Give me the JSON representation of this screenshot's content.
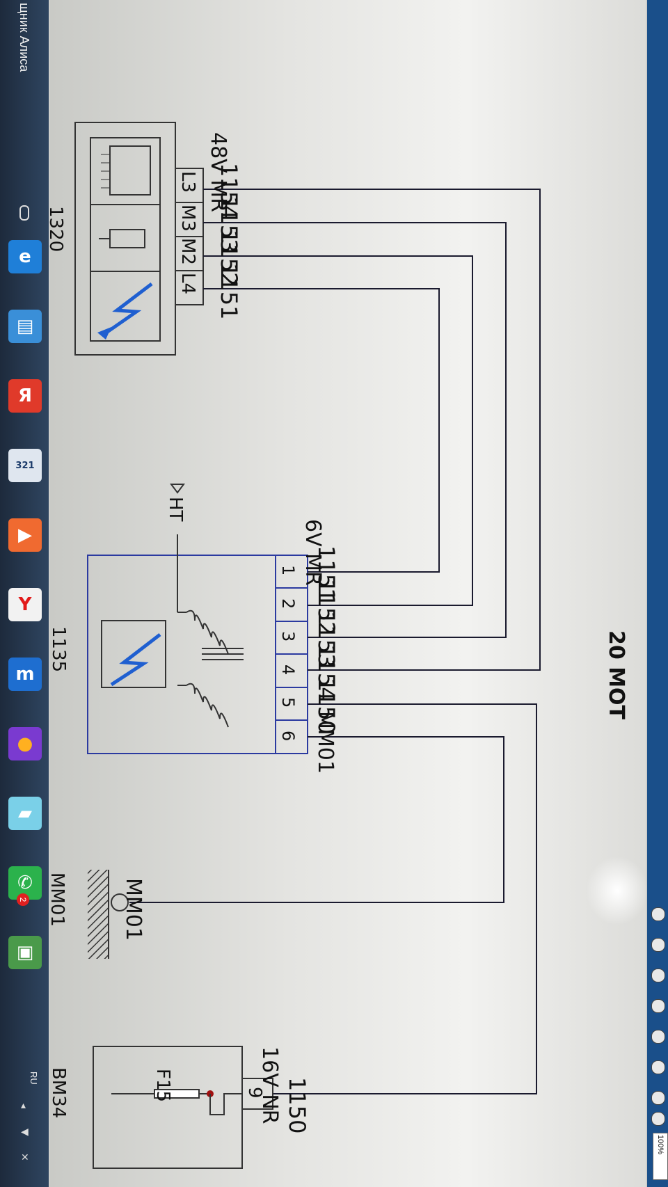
{
  "taskbar": {
    "assistant_label": "щник Алиса",
    "language": "RU",
    "icons": [
      "ie-icon",
      "files-icon",
      "yandex-icon",
      "calendar-icon",
      "media-icon",
      "yandex-browser-icon",
      "app-m-icon",
      "firefox-icon",
      "folder-icon",
      "whatsapp-icon",
      "monitor-icon"
    ],
    "yandex_letter": "Я",
    "calendar_text": "321",
    "notification_count": "2"
  },
  "viewer": {
    "zoom": "100%"
  },
  "diagram": {
    "title": "20 MOT",
    "comp_1320": {
      "ref": "1320",
      "connector": "48V MR",
      "pins": [
        "L3",
        "M3",
        "M2",
        "L4"
      ],
      "wires": [
        "1154",
        "1153",
        "1152",
        "1151"
      ]
    },
    "comp_1135": {
      "ref": "1135",
      "connector": "6V MR",
      "pins": [
        "1",
        "2",
        "3",
        "4",
        "5",
        "6"
      ],
      "wires": [
        "1151",
        "1152",
        "1153",
        "1154",
        "1150",
        "MM01"
      ],
      "ht_label": "HT"
    },
    "ground": {
      "ref": "MM01",
      "label": "MM01"
    },
    "comp_bm34": {
      "ref": "BM34",
      "connector": "16V NR",
      "pin": "9",
      "wire": "1150",
      "fuse": "F15"
    },
    "colors": {
      "wire": "#1a1a2e",
      "component": "#2b3aa0",
      "icon_blue": "#1f5fd0"
    }
  }
}
